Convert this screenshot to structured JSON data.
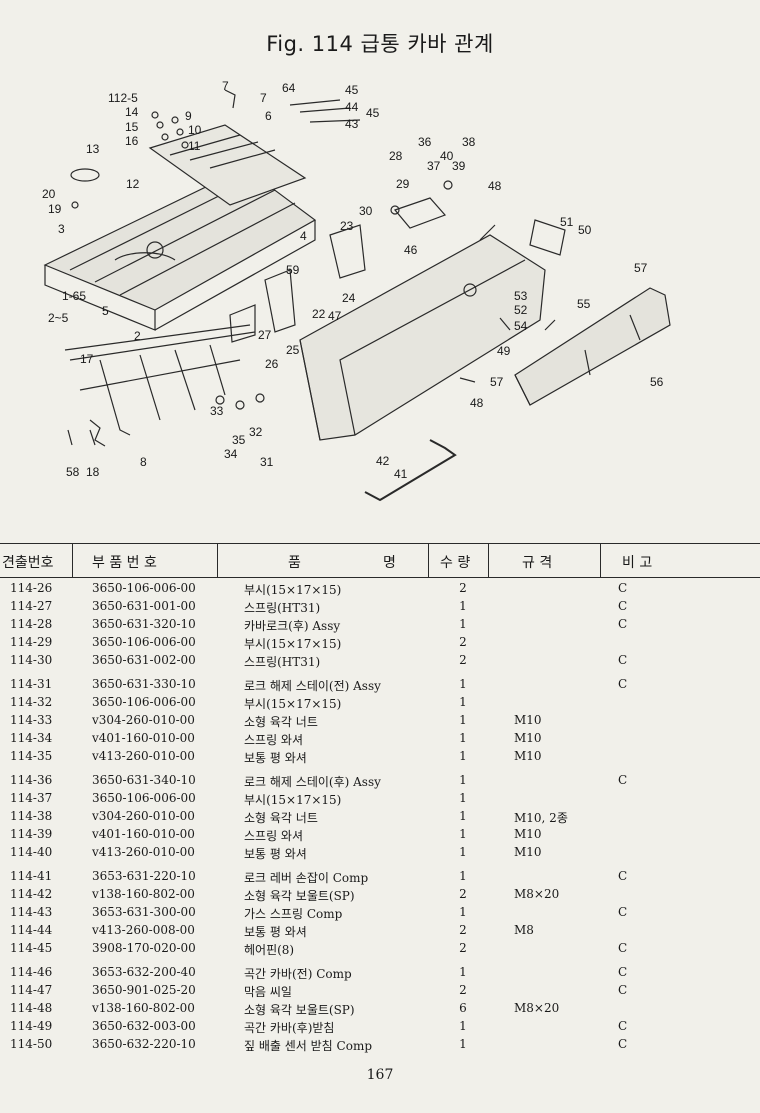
{
  "title": "Fig. 114  급통 카바 관계",
  "diagram": {
    "callouts": [
      "112-5",
      "14",
      "15",
      "16",
      "13",
      "20",
      "19",
      "3",
      "1-65",
      "2~5",
      "2",
      "5",
      "7",
      "9",
      "10",
      "11",
      "12",
      "6",
      "7",
      "64",
      "45",
      "44",
      "45",
      "43",
      "4",
      "36",
      "38",
      "40",
      "37",
      "39",
      "28",
      "29",
      "30",
      "23",
      "24",
      "59",
      "27",
      "25",
      "26",
      "22",
      "47",
      "46",
      "48",
      "51",
      "50",
      "57",
      "53",
      "52",
      "54",
      "55",
      "56",
      "57",
      "49",
      "48",
      "17",
      "33",
      "35",
      "34",
      "32",
      "31",
      "8",
      "58",
      "18",
      "42",
      "41"
    ]
  },
  "table": {
    "headers": {
      "ref": "견출번호",
      "part_no": "부 품 번 호",
      "name_left": "품",
      "name_right": "명",
      "qty": "수 량",
      "spec": "규 격",
      "note": "비 고"
    },
    "rows": [
      {
        "ref": "114-26",
        "pn": "3650-106-006-00",
        "name": "부시(15×17×15)",
        "qty": "2",
        "spec": "",
        "note": "C"
      },
      {
        "ref": "114-27",
        "pn": "3650-631-001-00",
        "name": "스프링(HT31)",
        "qty": "1",
        "spec": "",
        "note": "C"
      },
      {
        "ref": "114-28",
        "pn": "3650-631-320-10",
        "name": "카바로크(후) Assy",
        "qty": "1",
        "spec": "",
        "note": "C"
      },
      {
        "ref": "114-29",
        "pn": "3650-106-006-00",
        "name": "부시(15×17×15)",
        "qty": "2",
        "spec": "",
        "note": ""
      },
      {
        "ref": "114-30",
        "pn": "3650-631-002-00",
        "name": "스프링(HT31)",
        "qty": "2",
        "spec": "",
        "note": "C"
      },
      {
        "ref": "114-31",
        "pn": "3650-631-330-10",
        "name": "로크 해제 스테이(전) Assy",
        "qty": "1",
        "spec": "",
        "note": "C"
      },
      {
        "ref": "114-32",
        "pn": "3650-106-006-00",
        "name": "부시(15×17×15)",
        "qty": "1",
        "spec": "",
        "note": ""
      },
      {
        "ref": "114-33",
        "pn": "v304-260-010-00",
        "name": "소형 육각 너트",
        "qty": "1",
        "spec": "M10",
        "note": ""
      },
      {
        "ref": "114-34",
        "pn": "v401-160-010-00",
        "name": "스프링 와셔",
        "qty": "1",
        "spec": "M10",
        "note": ""
      },
      {
        "ref": "114-35",
        "pn": "v413-260-010-00",
        "name": "보통 평 와셔",
        "qty": "1",
        "spec": "M10",
        "note": ""
      },
      {
        "ref": "114-36",
        "pn": "3650-631-340-10",
        "name": "로크 해제 스테이(후) Assy",
        "qty": "1",
        "spec": "",
        "note": "C"
      },
      {
        "ref": "114-37",
        "pn": "3650-106-006-00",
        "name": "부시(15×17×15)",
        "qty": "1",
        "spec": "",
        "note": ""
      },
      {
        "ref": "114-38",
        "pn": "v304-260-010-00",
        "name": "소형 육각 너트",
        "qty": "1",
        "spec": "M10, 2종",
        "note": ""
      },
      {
        "ref": "114-39",
        "pn": "v401-160-010-00",
        "name": "스프링 와셔",
        "qty": "1",
        "spec": "M10",
        "note": ""
      },
      {
        "ref": "114-40",
        "pn": "v413-260-010-00",
        "name": "보통 평 와셔",
        "qty": "1",
        "spec": "M10",
        "note": ""
      },
      {
        "ref": "114-41",
        "pn": "3653-631-220-10",
        "name": "로크 레버 손잡이 Comp",
        "qty": "1",
        "spec": "",
        "note": "C"
      },
      {
        "ref": "114-42",
        "pn": "v138-160-802-00",
        "name": "소형 육각 보울트(SP)",
        "qty": "2",
        "spec": "M8×20",
        "note": ""
      },
      {
        "ref": "114-43",
        "pn": "3653-631-300-00",
        "name": "가스 스프링 Comp",
        "qty": "1",
        "spec": "",
        "note": "C"
      },
      {
        "ref": "114-44",
        "pn": "v413-260-008-00",
        "name": "보통 평 와셔",
        "qty": "2",
        "spec": "M8",
        "note": ""
      },
      {
        "ref": "114-45",
        "pn": "3908-170-020-00",
        "name": "헤어핀(8)",
        "qty": "2",
        "spec": "",
        "note": "C"
      },
      {
        "ref": "114-46",
        "pn": "3653-632-200-40",
        "name": "곡간 카바(전) Comp",
        "qty": "1",
        "spec": "",
        "note": "C"
      },
      {
        "ref": "114-47",
        "pn": "3650-901-025-20",
        "name": "막음 씨일",
        "qty": "2",
        "spec": "",
        "note": "C"
      },
      {
        "ref": "114-48",
        "pn": "v138-160-802-00",
        "name": "소형 육각 보울트(SP)",
        "qty": "6",
        "spec": "M8×20",
        "note": ""
      },
      {
        "ref": "114-49",
        "pn": "3650-632-003-00",
        "name": "곡간 카바(후)받침",
        "qty": "1",
        "spec": "",
        "note": "C"
      },
      {
        "ref": "114-50",
        "pn": "3650-632-220-10",
        "name": "짚 배출 센서 받침 Comp",
        "qty": "1",
        "spec": "",
        "note": "C"
      }
    ]
  },
  "page_number": "167"
}
